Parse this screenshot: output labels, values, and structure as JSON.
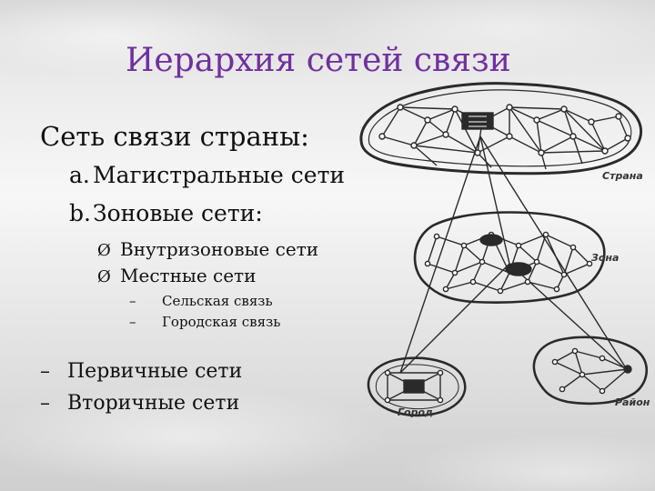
{
  "slide": {
    "title": "Иерархия сетей связи",
    "heading": "Сеть связи страны:",
    "items": [
      {
        "marker": "a.",
        "text": "Магистральные сети"
      },
      {
        "marker": "b.",
        "text": "Зоновые сети:"
      }
    ],
    "subitems": [
      {
        "marker": "Ø",
        "text": "Внутризоновые сети"
      },
      {
        "marker": "Ø",
        "text": "Местные сети"
      }
    ],
    "subsubitems": [
      {
        "marker": "–",
        "text": "Сельская связь"
      },
      {
        "marker": "–",
        "text": "Городская связь"
      }
    ],
    "bottom_items": [
      {
        "marker": "–",
        "text": "Первичные сети"
      },
      {
        "marker": "–",
        "text": "Вторичные сети"
      }
    ],
    "colors": {
      "title": "#7030a0",
      "text": "#111111",
      "diagram": "#2a2a2a"
    }
  },
  "diagram": {
    "labels": {
      "country": "Страна",
      "zone": "Зона",
      "city": "Город",
      "district": "Район"
    }
  }
}
